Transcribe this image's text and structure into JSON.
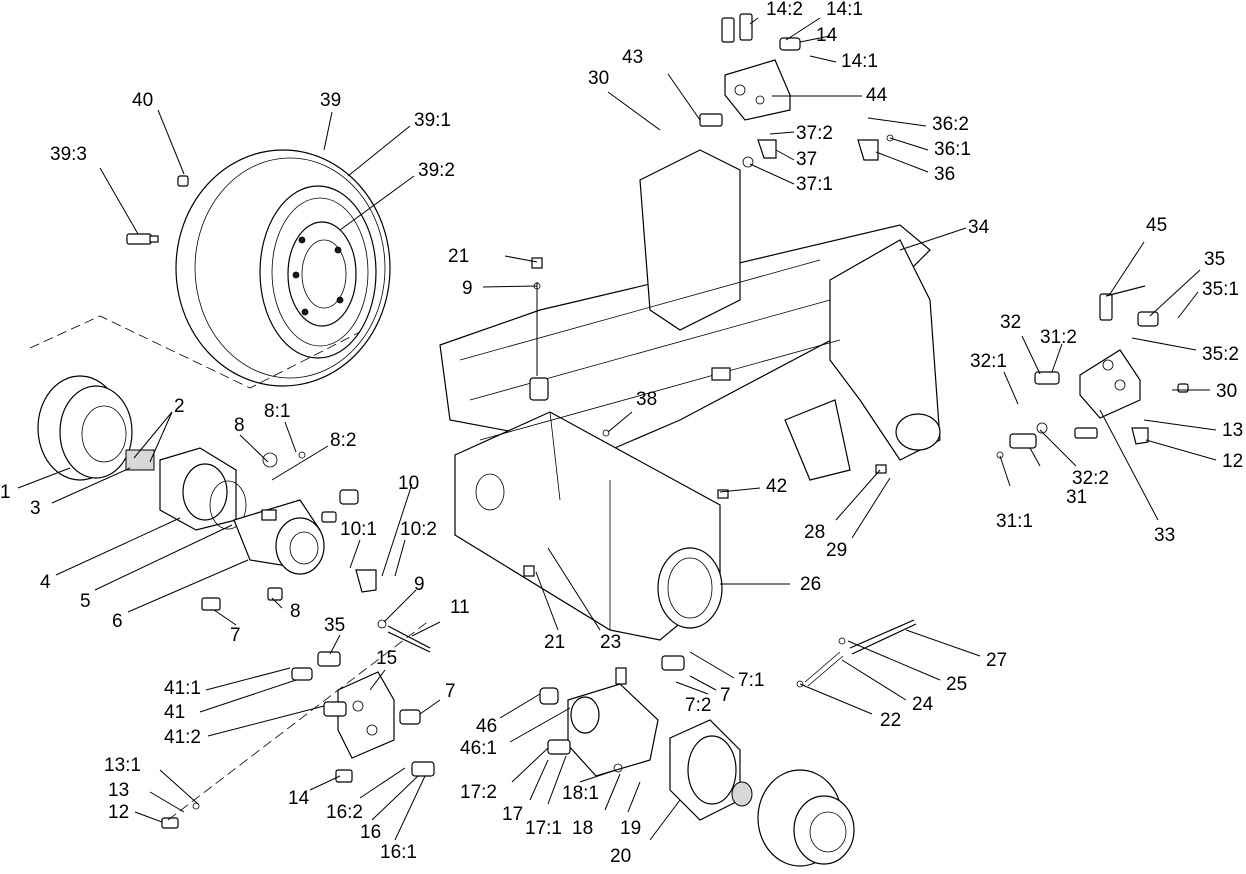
{
  "diagram": {
    "callouts": [
      {
        "id": "c-1",
        "label": "1"
      },
      {
        "id": "c-2",
        "label": "2"
      },
      {
        "id": "c-3",
        "label": "3"
      },
      {
        "id": "c-4",
        "label": "4"
      },
      {
        "id": "c-5",
        "label": "5"
      },
      {
        "id": "c-6",
        "label": "6"
      },
      {
        "id": "c-7a",
        "label": "7"
      },
      {
        "id": "c-7b",
        "label": "7"
      },
      {
        "id": "c-7c",
        "label": "7"
      },
      {
        "id": "c-7-1",
        "label": "7:1"
      },
      {
        "id": "c-7-2",
        "label": "7:2"
      },
      {
        "id": "c-8a",
        "label": "8"
      },
      {
        "id": "c-8b",
        "label": "8"
      },
      {
        "id": "c-8-1",
        "label": "8:1"
      },
      {
        "id": "c-8-2",
        "label": "8:2"
      },
      {
        "id": "c-9a",
        "label": "9"
      },
      {
        "id": "c-9b",
        "label": "9"
      },
      {
        "id": "c-10",
        "label": "10"
      },
      {
        "id": "c-10-1",
        "label": "10:1"
      },
      {
        "id": "c-10-2",
        "label": "10:2"
      },
      {
        "id": "c-11",
        "label": "11"
      },
      {
        "id": "c-12a",
        "label": "12"
      },
      {
        "id": "c-12b",
        "label": "12"
      },
      {
        "id": "c-13a",
        "label": "13"
      },
      {
        "id": "c-13b",
        "label": "13"
      },
      {
        "id": "c-13-1",
        "label": "13:1"
      },
      {
        "id": "c-14a",
        "label": "14"
      },
      {
        "id": "c-14b",
        "label": "14"
      },
      {
        "id": "c-14-1a",
        "label": "14:1"
      },
      {
        "id": "c-14-1b",
        "label": "14:1"
      },
      {
        "id": "c-14-2",
        "label": "14:2"
      },
      {
        "id": "c-15",
        "label": "15"
      },
      {
        "id": "c-16",
        "label": "16"
      },
      {
        "id": "c-16-1",
        "label": "16:1"
      },
      {
        "id": "c-16-2",
        "label": "16:2"
      },
      {
        "id": "c-17",
        "label": "17"
      },
      {
        "id": "c-17-1",
        "label": "17:1"
      },
      {
        "id": "c-17-2",
        "label": "17:2"
      },
      {
        "id": "c-18",
        "label": "18"
      },
      {
        "id": "c-18-1",
        "label": "18:1"
      },
      {
        "id": "c-19",
        "label": "19"
      },
      {
        "id": "c-20",
        "label": "20"
      },
      {
        "id": "c-21a",
        "label": "21"
      },
      {
        "id": "c-21b",
        "label": "21"
      },
      {
        "id": "c-22",
        "label": "22"
      },
      {
        "id": "c-23",
        "label": "23"
      },
      {
        "id": "c-24",
        "label": "24"
      },
      {
        "id": "c-25",
        "label": "25"
      },
      {
        "id": "c-26",
        "label": "26"
      },
      {
        "id": "c-27",
        "label": "27"
      },
      {
        "id": "c-28",
        "label": "28"
      },
      {
        "id": "c-29",
        "label": "29"
      },
      {
        "id": "c-30a",
        "label": "30"
      },
      {
        "id": "c-30b",
        "label": "30"
      },
      {
        "id": "c-31",
        "label": "31"
      },
      {
        "id": "c-31-1",
        "label": "31:1"
      },
      {
        "id": "c-31-2",
        "label": "31:2"
      },
      {
        "id": "c-32",
        "label": "32"
      },
      {
        "id": "c-32-1",
        "label": "32:1"
      },
      {
        "id": "c-32-2",
        "label": "32:2"
      },
      {
        "id": "c-33",
        "label": "33"
      },
      {
        "id": "c-34",
        "label": "34"
      },
      {
        "id": "c-35a",
        "label": "35"
      },
      {
        "id": "c-35b",
        "label": "35"
      },
      {
        "id": "c-35-1",
        "label": "35:1"
      },
      {
        "id": "c-35-2",
        "label": "35:2"
      },
      {
        "id": "c-36",
        "label": "36"
      },
      {
        "id": "c-36-1",
        "label": "36:1"
      },
      {
        "id": "c-36-2",
        "label": "36:2"
      },
      {
        "id": "c-37",
        "label": "37"
      },
      {
        "id": "c-37-1",
        "label": "37:1"
      },
      {
        "id": "c-37-2",
        "label": "37:2"
      },
      {
        "id": "c-38",
        "label": "38"
      },
      {
        "id": "c-39",
        "label": "39"
      },
      {
        "id": "c-39-1",
        "label": "39:1"
      },
      {
        "id": "c-39-2",
        "label": "39:2"
      },
      {
        "id": "c-39-3",
        "label": "39:3"
      },
      {
        "id": "c-40",
        "label": "40"
      },
      {
        "id": "c-41",
        "label": "41"
      },
      {
        "id": "c-41-1",
        "label": "41:1"
      },
      {
        "id": "c-41-2",
        "label": "41:2"
      },
      {
        "id": "c-42",
        "label": "42"
      },
      {
        "id": "c-43",
        "label": "43"
      },
      {
        "id": "c-44",
        "label": "44"
      },
      {
        "id": "c-45",
        "label": "45"
      },
      {
        "id": "c-46",
        "label": "46"
      },
      {
        "id": "c-46-1",
        "label": "46:1"
      }
    ]
  }
}
